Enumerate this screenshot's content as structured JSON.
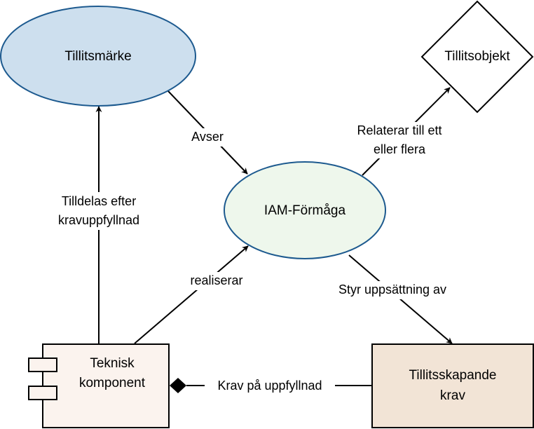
{
  "colors": {
    "stroke": "#000000",
    "ellipse_blue_border": "#1d5a8f",
    "tillitsmarke_fill": "#cddfee",
    "iam_fill": "#eef7ec",
    "teknisk_fill": "#fbf3ee",
    "krav_fill": "#f2e4d6",
    "objekt_fill": "#ffffff"
  },
  "nodes": {
    "tillitsmarke": {
      "label": "Tillitsmärke"
    },
    "tillitsobjekt": {
      "label": "Tillitsobjekt"
    },
    "iam": {
      "label": "IAM-Förmåga"
    },
    "teknisk": {
      "line1": "Teknisk",
      "line2": "komponent"
    },
    "krav": {
      "line1": "Tillitsskapande",
      "line2": "krav"
    }
  },
  "edges": {
    "avser": {
      "label": "Avser"
    },
    "relaterar": {
      "line1": "Relaterar till ett",
      "line2": "eller flera"
    },
    "tilldelas": {
      "line1": "Tilldelas efter",
      "line2": "kravuppfyllnad"
    },
    "realiserar": {
      "label": "realiserar"
    },
    "styr": {
      "label": "Styr uppsättning av"
    },
    "krav_uppfyllnad": {
      "label": "Krav på uppfyllnad"
    }
  }
}
